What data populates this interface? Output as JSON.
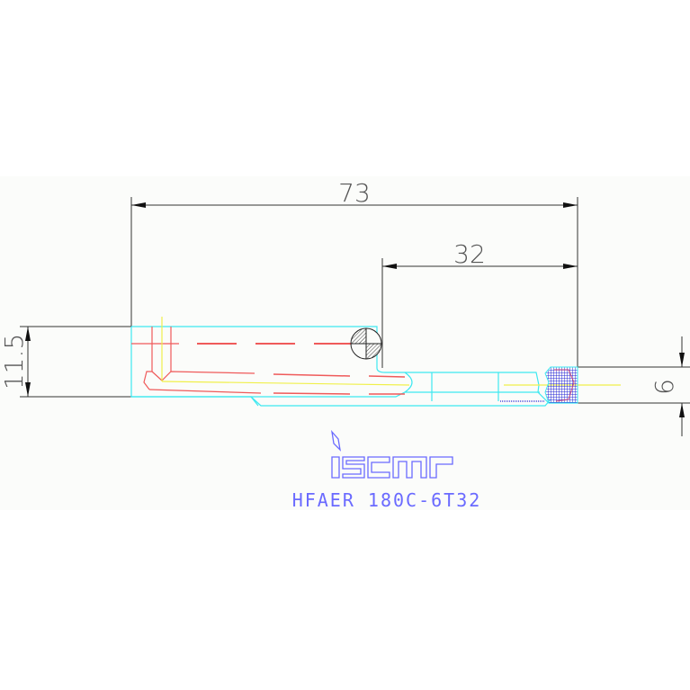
{
  "drawing": {
    "part_number": "HFAER 180C-6T32",
    "brand": "iscar",
    "colors": {
      "background": "#fbfcfa",
      "outline": "#3ee8f0",
      "centerline_red": "#ef5a5a",
      "axis_yellow": "#f0f04a",
      "dimension": "#333333",
      "hatch_blue": "#2a2ad8",
      "brand_blue": "#6a6aff"
    },
    "dimensions": {
      "overall_length": "73",
      "head_length": "32",
      "shank_height": "11.5",
      "insert_width": "6"
    }
  }
}
